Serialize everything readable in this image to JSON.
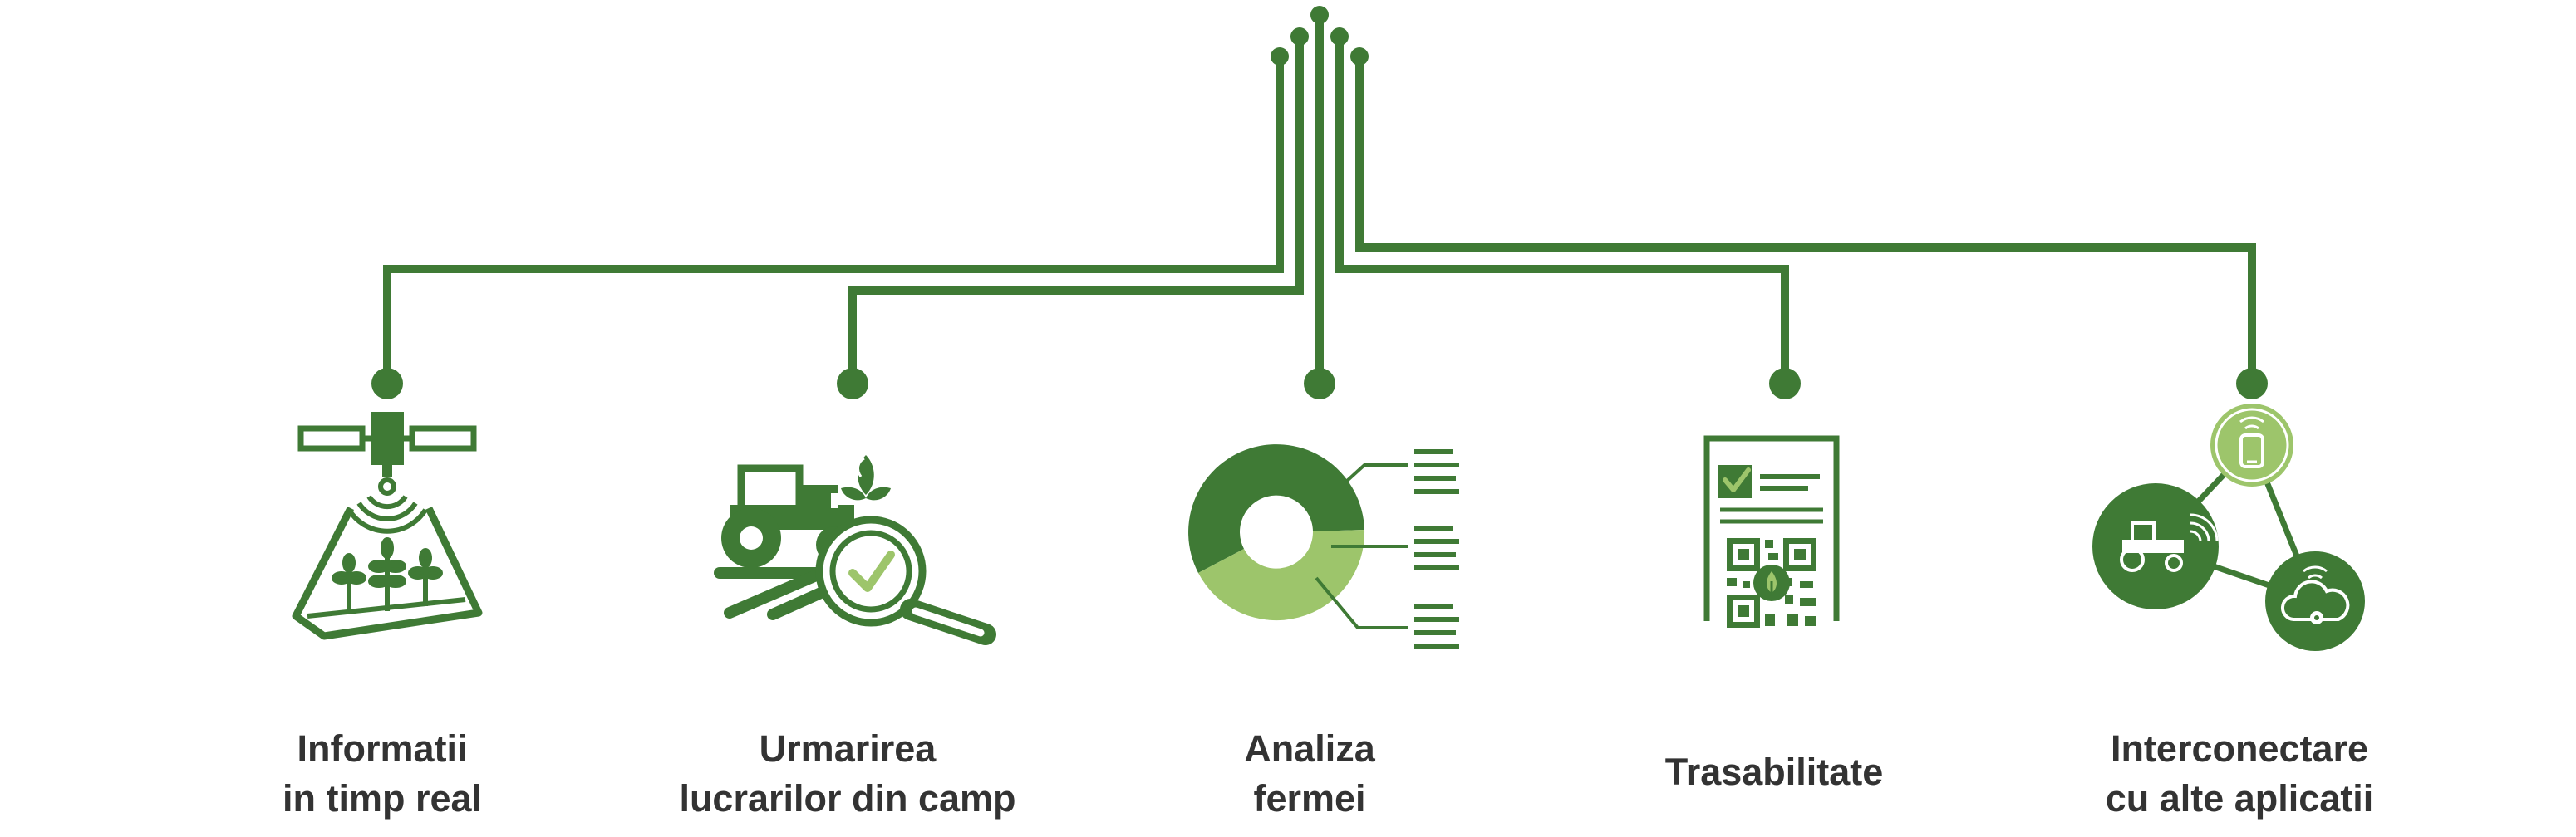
{
  "colors": {
    "primary_green": "#3f7a35",
    "light_green": "#9dc56b",
    "text": "#333333",
    "background": "#ffffff"
  },
  "features": [
    {
      "icon": "satellite-field-icon",
      "label_lines": [
        "Informatii",
        "in timp real"
      ]
    },
    {
      "icon": "tractor-magnifier-icon",
      "label_lines": [
        "Urmarirea",
        "lucrarilor din camp"
      ]
    },
    {
      "icon": "donut-chart-icon",
      "label_lines": [
        "Analiza",
        "fermei"
      ]
    },
    {
      "icon": "qr-document-icon",
      "label_lines": [
        "Trasabilitate"
      ]
    },
    {
      "icon": "network-connection-icon",
      "label_lines": [
        "Interconectare",
        "cu alte aplicatii"
      ]
    }
  ]
}
